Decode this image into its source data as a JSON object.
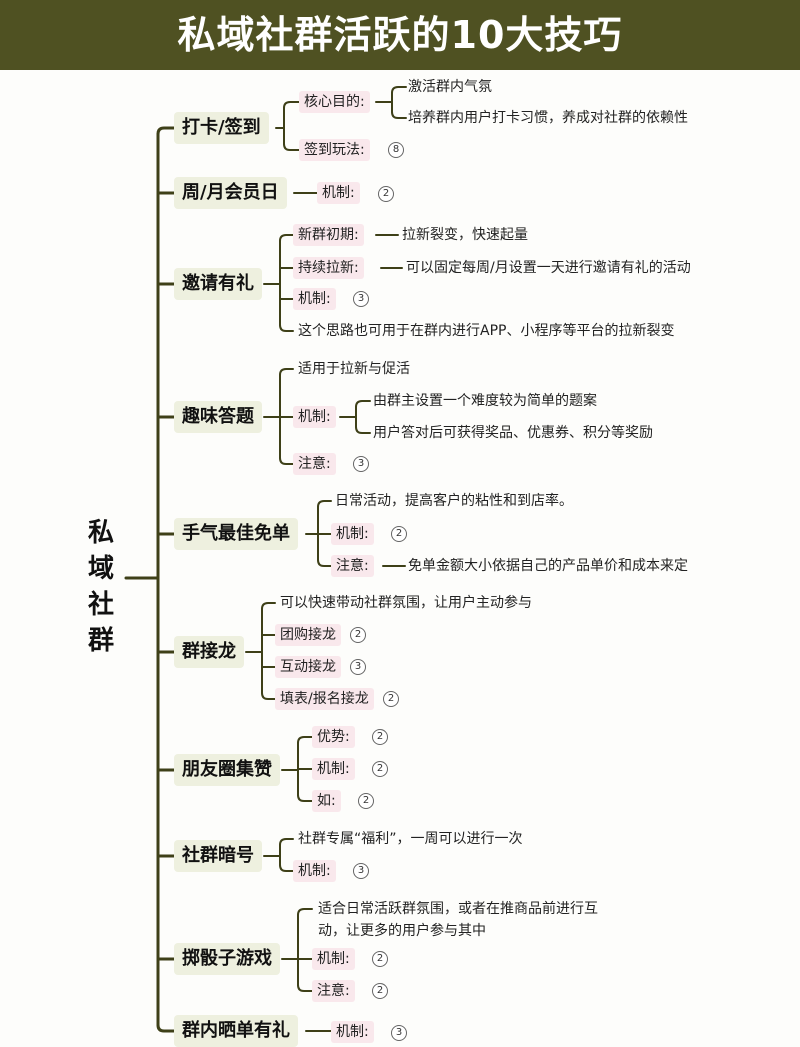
{
  "title": "私域社群活跃的10大技巧",
  "root": [
    "私",
    "域",
    "社",
    "群"
  ],
  "categories": [
    {
      "name": "打卡/签到",
      "children": [
        {
          "label": "核心目的:",
          "children": [
            "激活群内气氛",
            "培养群内用户打卡习惯，养成对社群的依赖性"
          ]
        },
        {
          "label": "签到玩法:",
          "count": "8"
        }
      ]
    },
    {
      "name": "周/月会员日",
      "children": [
        {
          "label": "机制:",
          "count": "2"
        }
      ]
    },
    {
      "name": "邀请有礼",
      "children": [
        {
          "label": "新群初期:",
          "text": "拉新裂变，快速起量"
        },
        {
          "label": "持续拉新:",
          "text": "可以固定每周/月设置一天进行邀请有礼的活动"
        },
        {
          "label": "机制:",
          "count": "3"
        },
        {
          "text": "这个思路也可用于在群内进行APP、小程序等平台的拉新裂变"
        }
      ]
    },
    {
      "name": "趣味答题",
      "children": [
        {
          "text": "适用于拉新与促活"
        },
        {
          "label": "机制:",
          "children": [
            "由群主设置一个难度较为简单的题案",
            "用户答对后可获得奖品、优惠券、积分等奖励"
          ]
        },
        {
          "label": "注意:",
          "count": "3"
        }
      ]
    },
    {
      "name": "手气最佳免单",
      "children": [
        {
          "text": "日常活动，提高客户的粘性和到店率。"
        },
        {
          "label": "机制:",
          "count": "2"
        },
        {
          "label": "注意:",
          "text": "免单金额大小依据自己的产品单价和成本来定"
        }
      ]
    },
    {
      "name": "群接龙",
      "children": [
        {
          "text": "可以快速带动社群氛围，让用户主动参与"
        },
        {
          "label": "团购接龙",
          "count": "2"
        },
        {
          "label": "互动接龙",
          "count": "3"
        },
        {
          "label": "填表/报名接龙",
          "count": "2"
        }
      ]
    },
    {
      "name": "朋友圈集赞",
      "children": [
        {
          "label": "优势:",
          "count": "2"
        },
        {
          "label": "机制:",
          "count": "2"
        },
        {
          "label": "如:",
          "count": "2"
        }
      ]
    },
    {
      "name": "社群暗号",
      "children": [
        {
          "text": "社群专属“福利”，一周可以进行一次"
        },
        {
          "label": "机制:",
          "count": "3"
        }
      ]
    },
    {
      "name": "掷骰子游戏",
      "children": [
        {
          "text": "适合日常活跃群氛围，或者在推商品前进行互动，让更多的用户参与其中"
        },
        {
          "label": "机制:",
          "count": "2"
        },
        {
          "label": "注意:",
          "count": "2"
        }
      ]
    },
    {
      "name": "群内晒单有礼",
      "children": [
        {
          "label": "机制:",
          "count": "3"
        }
      ]
    }
  ],
  "colors": {
    "line": "#3e4018",
    "title_bg": "#4f5122",
    "category_bg": "#eef0df",
    "label_bg": "#f9e8ec"
  }
}
